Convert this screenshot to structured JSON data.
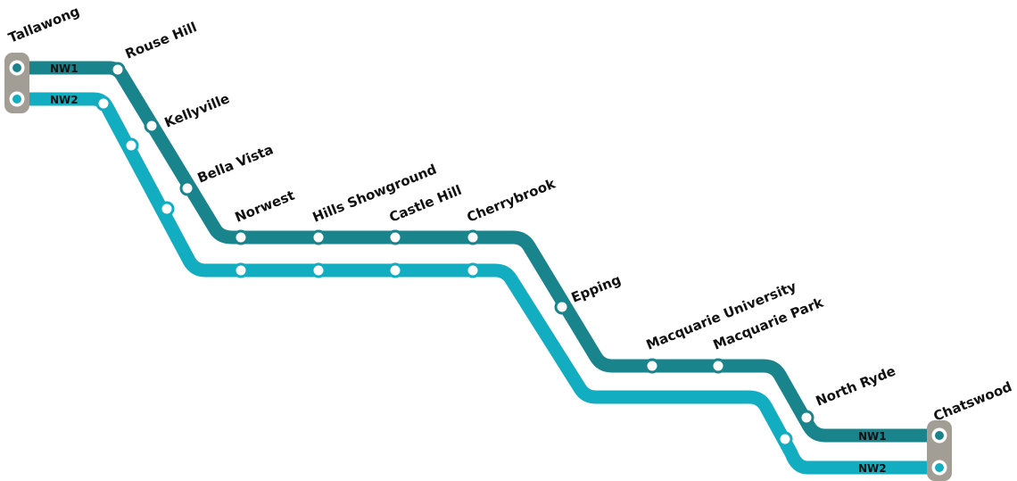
{
  "lines": [
    {
      "id": "NW1",
      "label": "NW1",
      "color": "#1a848c"
    },
    {
      "id": "NW2",
      "label": "NW2",
      "color": "#12adc1"
    }
  ],
  "terminus_color": "#a39e95",
  "stations": [
    {
      "id": "tallawong",
      "name": "Tallawong"
    },
    {
      "id": "rouse-hill",
      "name": "Rouse Hill"
    },
    {
      "id": "kellyville",
      "name": "Kellyville"
    },
    {
      "id": "bella-vista",
      "name": "Bella Vista"
    },
    {
      "id": "norwest",
      "name": "Norwest"
    },
    {
      "id": "hills-showground",
      "name": "Hills Showground"
    },
    {
      "id": "castle-hill",
      "name": "Castle Hill"
    },
    {
      "id": "cherrybrook",
      "name": "Cherrybrook"
    },
    {
      "id": "epping",
      "name": "Epping"
    },
    {
      "id": "macquarie-university",
      "name": "Macquarie University"
    },
    {
      "id": "macquarie-park",
      "name": "Macquarie Park"
    },
    {
      "id": "north-ryde",
      "name": "North Ryde"
    },
    {
      "id": "chatswood",
      "name": "Chatswood"
    }
  ]
}
